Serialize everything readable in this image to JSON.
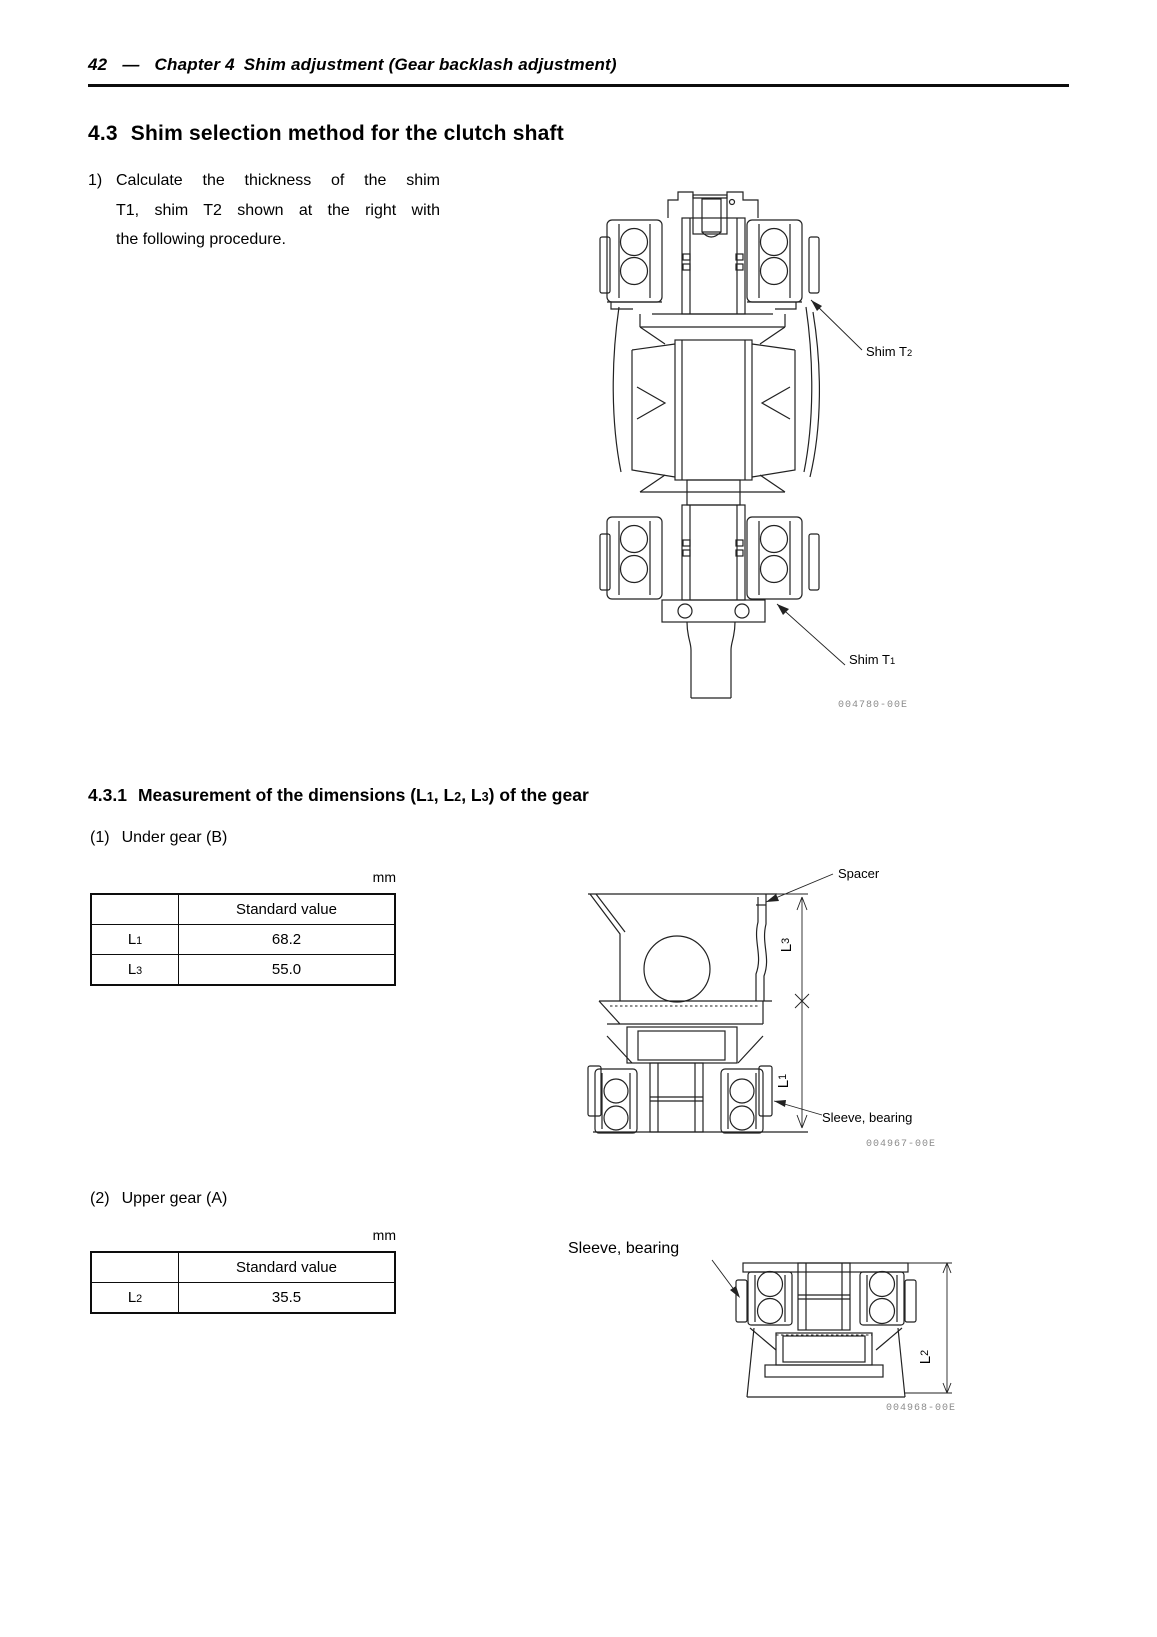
{
  "page_header": {
    "page_number": "42",
    "dash": "—",
    "chapter": "Chapter 4",
    "chapter_title": "Shim adjustment (Gear backlash adjustment)"
  },
  "section_43": {
    "number": "4.3",
    "title": "Shim selection method for the clutch shaft"
  },
  "intro": {
    "marker": "1)",
    "lines": [
      "Calculate the thickness of the shim",
      "T1, shim T2 shown at the right with",
      "the following procedure."
    ]
  },
  "figure_clutch_shaft": {
    "labels": {
      "shim_t2": {
        "text": "Shim T",
        "sub": "2"
      },
      "shim_t1": {
        "text": "Shim T",
        "sub": "1"
      }
    },
    "code": "004780-00E"
  },
  "section_431": {
    "number": "4.3.1",
    "t0": "Measurement of the dimensions (L",
    "s1": "1",
    "t1": ", L",
    "s2": "2",
    "t2": ", L",
    "s3": "3",
    "t3": ") of the gear"
  },
  "under_gear": {
    "heading_marker": "(1)",
    "heading": "Under gear (B)",
    "table": {
      "unit": "mm",
      "col_header": "Standard value",
      "rows": [
        {
          "param": "L",
          "sub": "1",
          "value": "68.2"
        },
        {
          "param": "L",
          "sub": "3",
          "value": "55.0"
        }
      ]
    },
    "figure": {
      "labels": {
        "spacer": "Spacer",
        "sleeve_bearing": "Sleeve, bearing",
        "l3": {
          "text": "L",
          "sub": "3"
        },
        "l1": {
          "text": "L",
          "sub": "1"
        }
      },
      "code": "004967-00E"
    }
  },
  "upper_gear": {
    "heading_marker": "(2)",
    "heading": "Upper gear (A)",
    "table": {
      "unit": "mm",
      "col_header": "Standard value",
      "rows": [
        {
          "param": "L",
          "sub": "2",
          "value": "35.5"
        }
      ]
    },
    "figure": {
      "labels": {
        "sleeve_bearing": "Sleeve, bearing",
        "l2": {
          "text": "L",
          "sub": "2"
        }
      },
      "code": "004968-00E"
    }
  }
}
